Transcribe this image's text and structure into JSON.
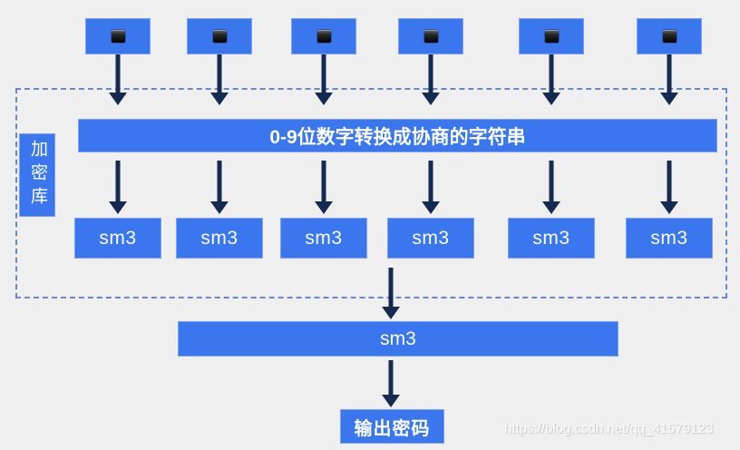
{
  "colors": {
    "bg": "#efeff0",
    "box_blue": "#3a76ed",
    "box_edge": "#7da0f2",
    "arrow_navy": "#152a50",
    "dashed_border": "#6488d8",
    "text_white": "#ffffff"
  },
  "encryption_library": {
    "label": "加密库"
  },
  "top_row": {
    "node_count": 6,
    "icon": "key-input-icon"
  },
  "convert_bar": {
    "label": "0-9位数字转换成协商的字符串"
  },
  "sm3_row": {
    "items": [
      "sm3",
      "sm3",
      "sm3",
      "sm3",
      "sm3",
      "sm3"
    ]
  },
  "merge_bar": {
    "label": "sm3"
  },
  "output": {
    "label": "输出密码"
  },
  "watermark": {
    "text": "https://blog.csdn.net/qq_41579123"
  }
}
